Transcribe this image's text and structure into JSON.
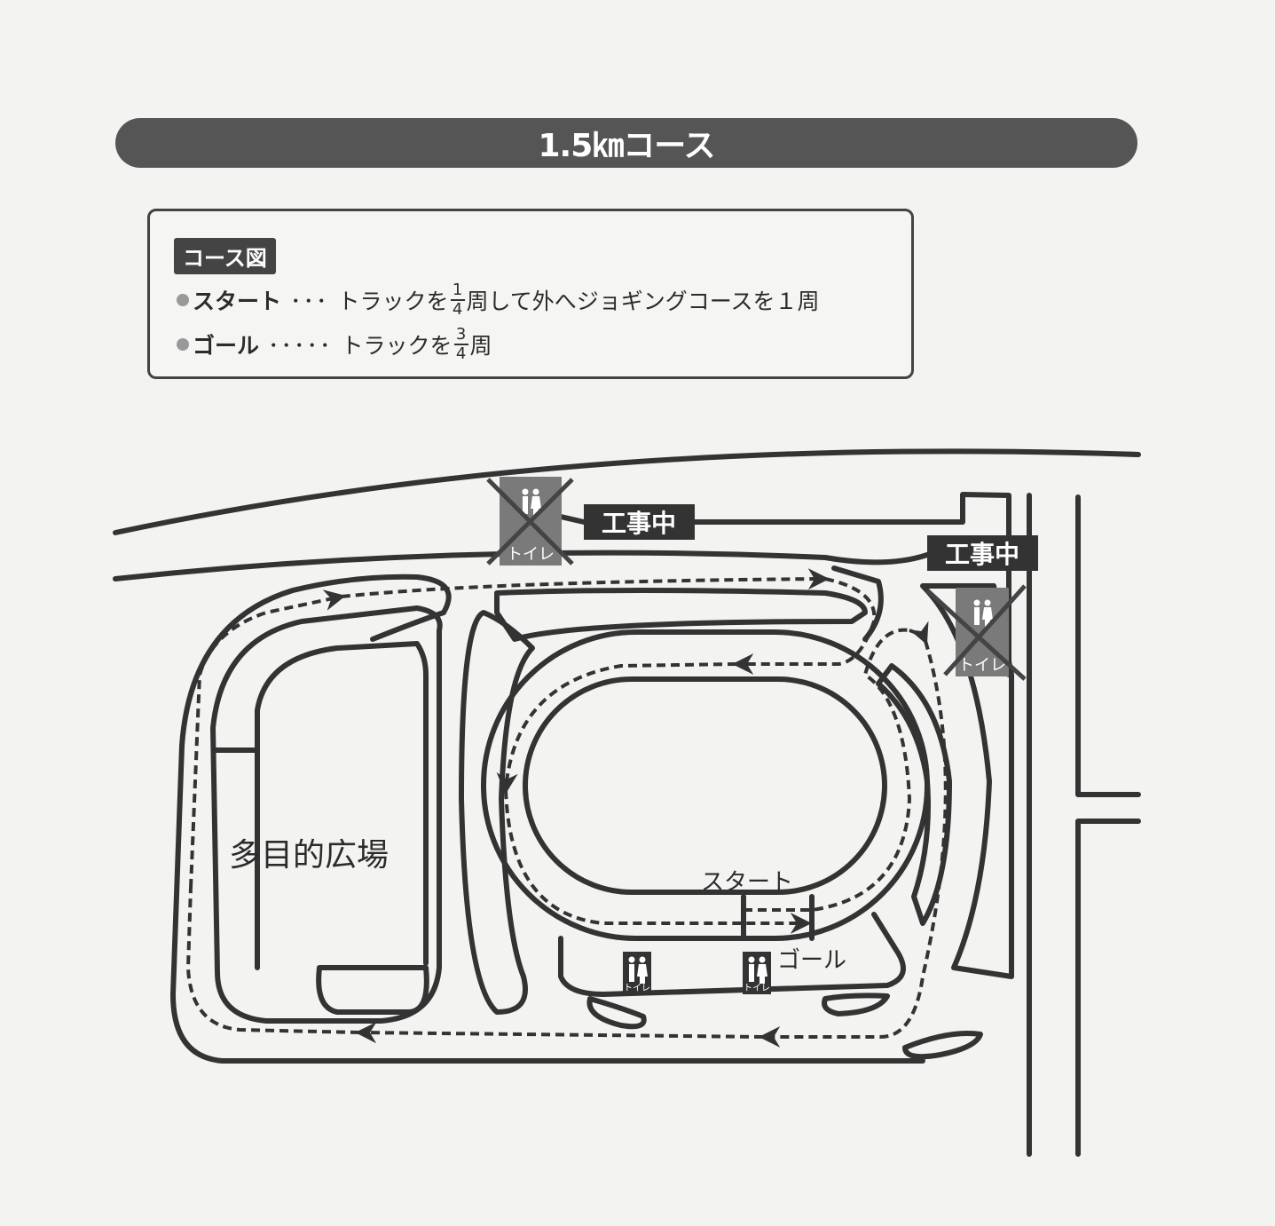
{
  "banner": {
    "title": "1.5㎞コース"
  },
  "legend": {
    "tag": "コース図",
    "rows": [
      {
        "label": "スタート",
        "dots": "･･･",
        "text_before": "トラックを",
        "frac_num": "1",
        "frac_den": "4",
        "text_after": "周して外へジョギングコースを１周"
      },
      {
        "label": "ゴール",
        "dots": "･････",
        "text_before": "トラックを",
        "frac_num": "3",
        "frac_den": "4",
        "text_after": "周"
      }
    ]
  },
  "map": {
    "plaza_label": "多目的広場",
    "start_label": "スタート",
    "goal_label": "ゴール",
    "construction_labels": [
      "工事中",
      "工事中"
    ],
    "toilet_label": "トイレ",
    "colors": {
      "line": "#333333",
      "closed_toilet": "#7a7a7a",
      "toilet": "#333333",
      "route": "#333333"
    }
  }
}
